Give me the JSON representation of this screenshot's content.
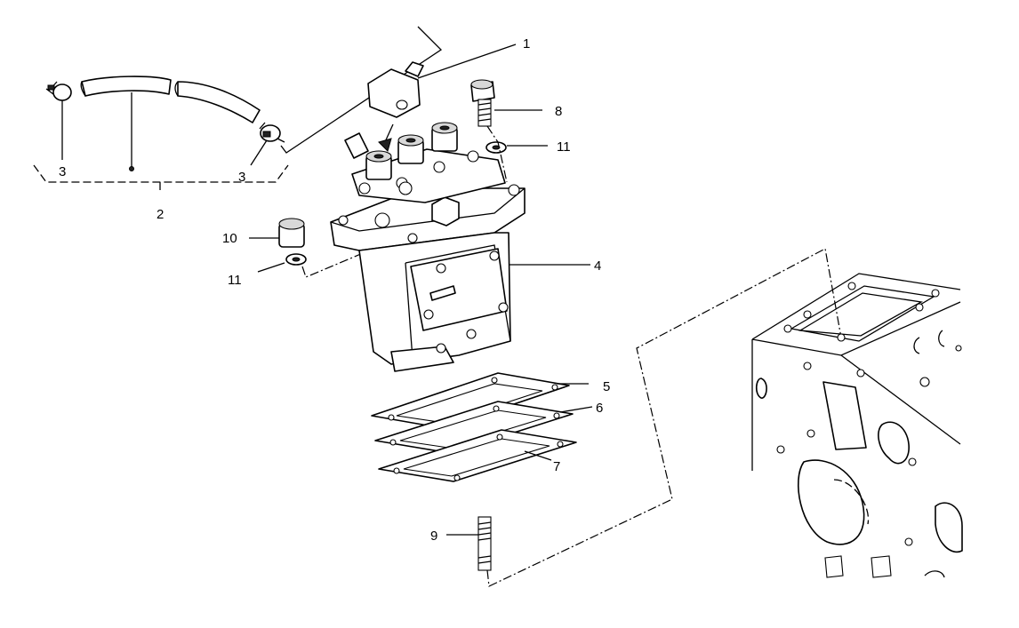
{
  "callouts": {
    "c1": "1",
    "c2": "2",
    "c3a": "3",
    "c3b": "3",
    "c4": "4",
    "c5": "5",
    "c6": "6",
    "c7": "7",
    "c8": "8",
    "c9": "9",
    "c10": "10",
    "c11a": "11",
    "c11b": "11"
  }
}
